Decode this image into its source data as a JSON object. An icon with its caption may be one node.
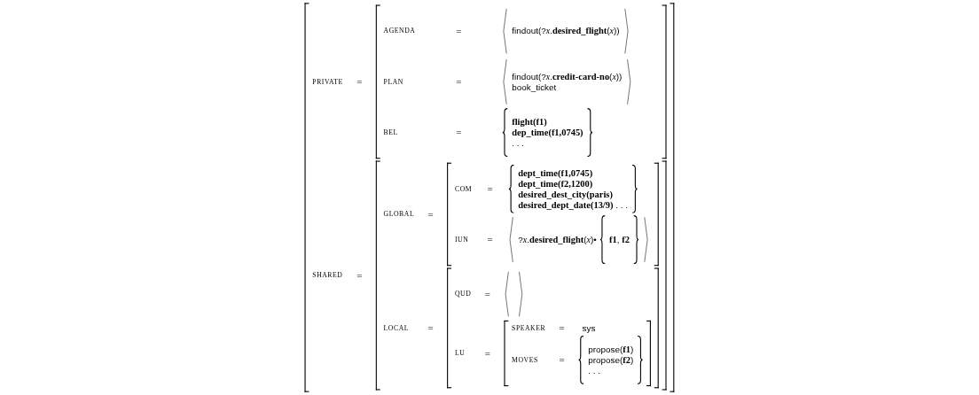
{
  "diagram": {
    "nodes": [
      {
        "text": [
          "PRIVATE",
          "=",
          "SHARED",
          "="
        ]
      },
      {
        "text": [
          "AGENDA",
          "=",
          "findout(?*x*.**desired_flight**(*x*))",
          "PLAN",
          "=",
          "findout(?*x*.**credit-card-no**(*x*))",
          "book_ticket",
          "BEL",
          "=",
          "flight(f1)",
          "dep_time(f1,0745)",
          ". . ."
        ],
        "in": 0
      },
      {
        "text": [
          "GLOBAL",
          "=",
          "LOCAL",
          "="
        ],
        "in": 0
      },
      {
        "text": [
          "COM",
          "=",
          "dept_time(f1,0745)",
          "dept_time(f2,1200)",
          "desired_dest_city(paris)",
          "**desired_dept_date(13/9)** . . .",
          "IUN",
          "=",
          "?*x*.**desired_flight**(*x*)•",
          "**f1**, **f2**"
        ],
        "in": 2
      },
      {
        "text": [
          "QUD",
          "=",
          "LU",
          "="
        ],
        "in": 2
      },
      {
        "text": [
          "SPEAKER",
          "=",
          "sys",
          "MOVES",
          "=",
          "propose(**f1**)",
          "propose(**f2**)",
          ". . ."
        ],
        "in": 4
      }
    ]
  }
}
